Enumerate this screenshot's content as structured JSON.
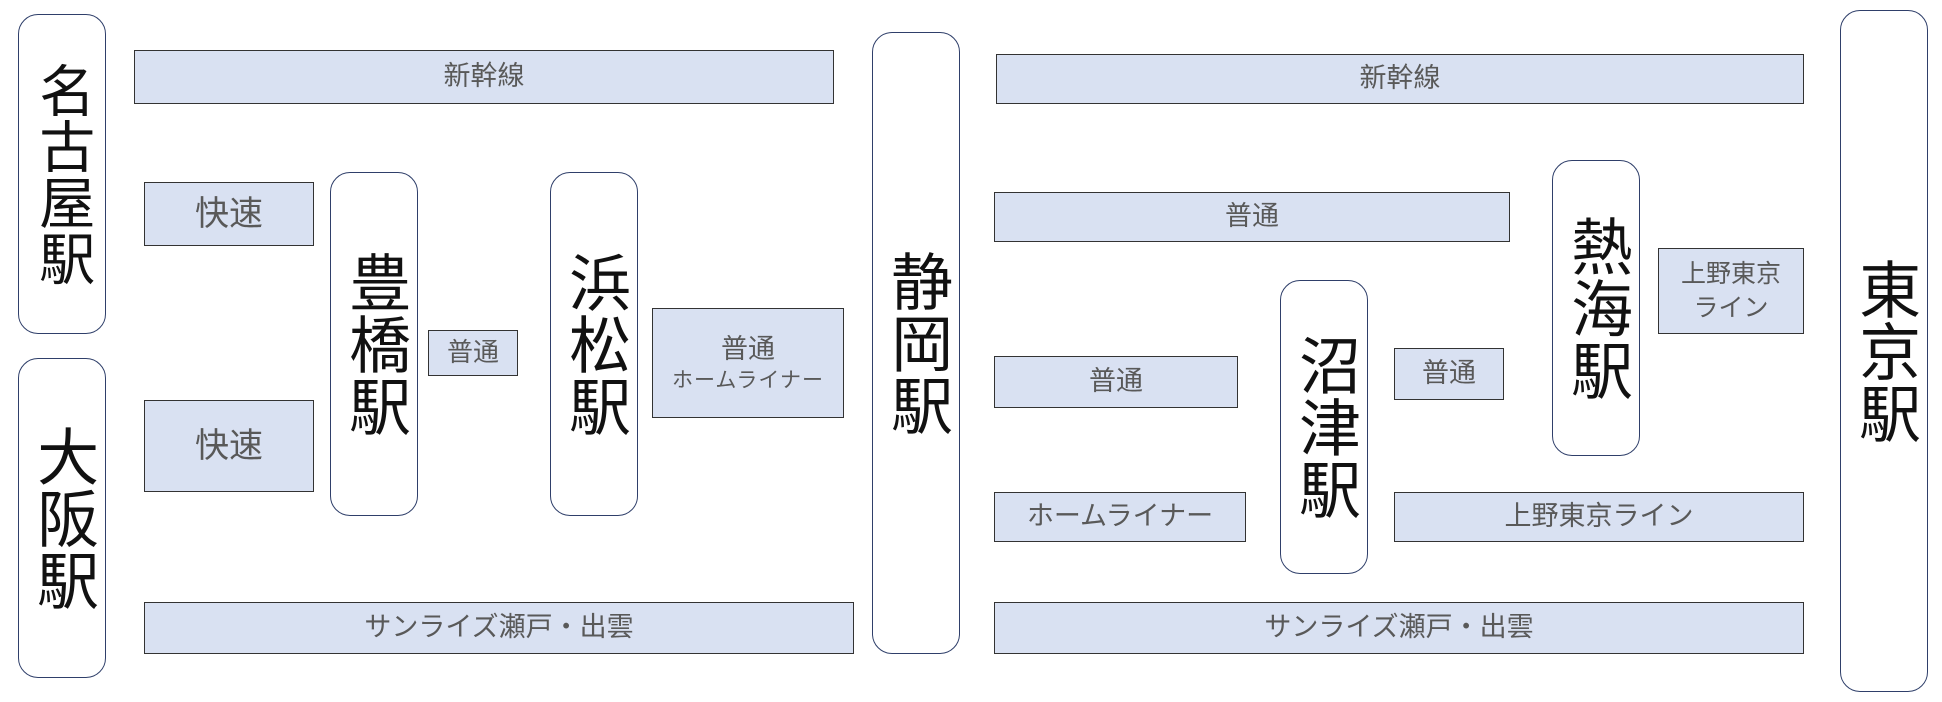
{
  "stations": {
    "nagoya": "名古屋駅",
    "osaka": "大阪駅",
    "toyohashi": "豊橋駅",
    "hamamatsu": "浜松駅",
    "shizuoka": "静岡駅",
    "numazu": "沼津駅",
    "atami": "熱海駅",
    "tokyo": "東京駅"
  },
  "lines": {
    "shinkansen_west": "新幹線",
    "shinkansen_east": "新幹線",
    "rapid_nagoya": "快速",
    "rapid_osaka": "快速",
    "local_toyohashi_hamamatsu": "普通",
    "local_hamamatsu_shizuoka": "普通",
    "homeliner_hamamatsu_shizuoka": "ホームライナー",
    "sunrise_west": "サンライズ瀬戸・出雲",
    "local_shizuoka_atami": "普通",
    "local_shizuoka_numazu": "普通",
    "homeliner_shizuoka_numazu": "ホームライナー",
    "local_numazu_atami": "普通",
    "ueno_tokyo_atami_line1": "上野東京",
    "ueno_tokyo_atami_line2": "ライン",
    "ueno_tokyo_numazu": "上野東京ライン",
    "sunrise_east": "サンライズ瀬戸・出雲"
  },
  "colors": {
    "line_fill": "#d9e1f2",
    "station_border": "#2f3f6a"
  }
}
